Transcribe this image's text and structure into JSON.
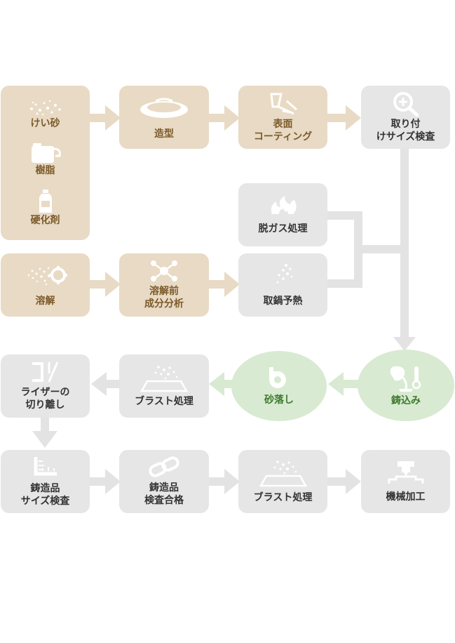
{
  "colors": {
    "tan_box": "#e8dac4",
    "tan_text": "#7b5a2a",
    "gray_box": "#e6e6e6",
    "green_box": "#d8ead1",
    "green_text": "#3e7a2d",
    "arrow_tan": "#e8dac4",
    "arrow_gray": "#e3e3e3",
    "arrow_green": "#d8ead1"
  },
  "nodes": {
    "materials": {
      "items": [
        {
          "label": "けい砂",
          "icon": "sand-icon"
        },
        {
          "label": "樹脂",
          "icon": "resin-jug-icon"
        },
        {
          "label": "硬化剤",
          "icon": "bottle-icon"
        }
      ]
    },
    "molding": {
      "label": "造型",
      "icon": "mold-ring-icon"
    },
    "coating": {
      "label": "表面\nコーティング",
      "icon": "coating-tool-icon"
    },
    "riser_check": {
      "label": "取り付\nけサイズ検査",
      "icon": "magnifier-plus-icon"
    },
    "melting": {
      "label": "溶解",
      "icon": "melting-gear-icon"
    },
    "analysis": {
      "label": "溶解前\n成分分析",
      "icon": "molecule-icon"
    },
    "degas": {
      "label": "脱ガス処理",
      "icon": "flame-icon"
    },
    "ladle_preheat": {
      "label": "取鍋予熱",
      "icon": "sparkle-dots-icon"
    },
    "pouring": {
      "label": "鋳込み",
      "icon": "ladle-pour-icon"
    },
    "shakeout": {
      "label": "砂落し",
      "icon": "blower-icon"
    },
    "blast1": {
      "label": "ブラスト処理",
      "icon": "blast-icon"
    },
    "riser_cut": {
      "label": "ライザーの\n切り離し",
      "icon": "cutter-icon"
    },
    "casting_size": {
      "label": "鋳造品\nサイズ検査",
      "icon": "ruler-icon"
    },
    "casting_pass": {
      "label": "鋳造品\n検査合格",
      "icon": "chain-link-icon"
    },
    "blast2": {
      "label": "ブラスト処理",
      "icon": "blast-icon"
    },
    "machining": {
      "label": "機械加工",
      "icon": "machine-press-icon"
    }
  }
}
